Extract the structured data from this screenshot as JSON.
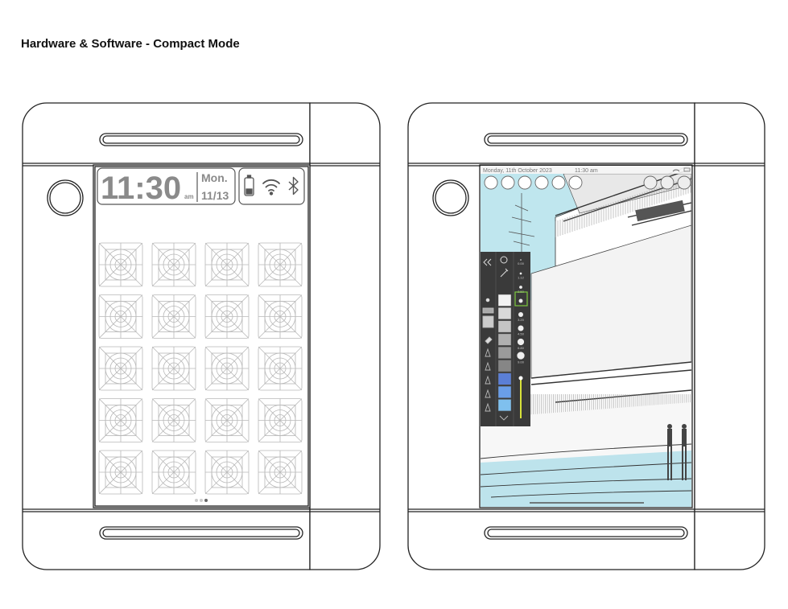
{
  "page": {
    "title": "Hardware & Software - Compact Mode"
  },
  "compact_home": {
    "time": "11:30",
    "ampm": "am",
    "day": "Mon.",
    "date": "11/13",
    "status_icons": [
      "battery-icon",
      "wifi-icon",
      "bluetooth-icon"
    ],
    "grid_rows": 5,
    "grid_cols": 4,
    "page_dots": 3,
    "active_dot": 3
  },
  "sketch_app": {
    "status_date": "Monday, 11th October 2023",
    "status_time": "11:30 am",
    "toolbar_icons": [
      "gallery-icon",
      "layers-icon",
      "help-icon",
      "wrench-icon",
      "brush-icon",
      "crop-icon"
    ],
    "right_icons": [
      "settings-icon",
      "mail-icon",
      "share-icon"
    ],
    "brush_sizes": [
      "0.00",
      "1.12",
      "2.50",
      "",
      "3.20",
      "4.50",
      "6.80",
      "9.00"
    ],
    "swatches": [
      "#f2f2f2",
      "#d9d9d9",
      "#c4c4c4",
      "#b0b0b0",
      "#9b9b9b",
      "#868686",
      "#5b7fd6",
      "#6a9ee8",
      "#7fc0ee"
    ],
    "colors": {
      "sky": "#bfe6ee",
      "water": "#bde3ec",
      "accent_green": "#7dc83f",
      "slider_yellow": "#d8e23a"
    }
  }
}
